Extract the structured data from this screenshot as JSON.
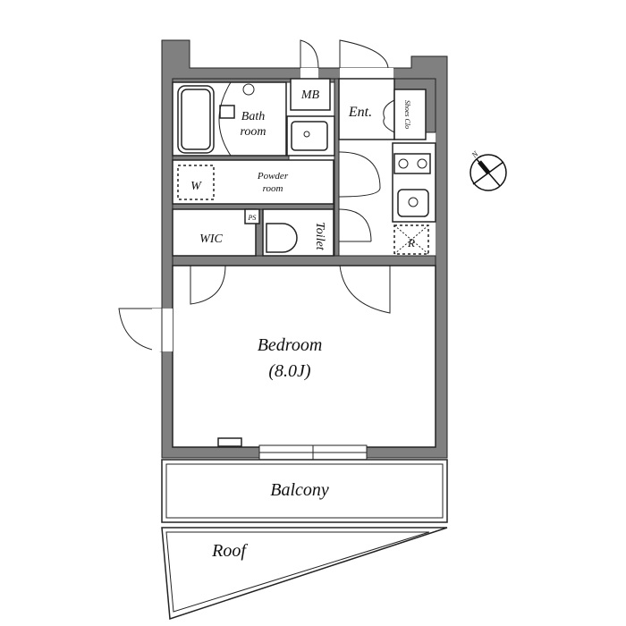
{
  "floor_plan": {
    "rooms": {
      "bathroom": [
        "Bath",
        "room"
      ],
      "meter_box": "MB",
      "entrance": "Ent.",
      "shoes_closet": "Shoes Clo",
      "powder_room": [
        "Powder",
        "room"
      ],
      "washer": "W",
      "walk_in_closet": "WIC",
      "pipe_space": "PS",
      "toilet": "Toilet",
      "refrigerator": "R",
      "bedroom": "Bedroom",
      "bedroom_size": "(8.0J)",
      "balcony": "Balcony",
      "roof": "Roof"
    },
    "compass": {
      "north_label": "N"
    },
    "colors": {
      "wall": "#808080",
      "line": "#222222"
    }
  }
}
